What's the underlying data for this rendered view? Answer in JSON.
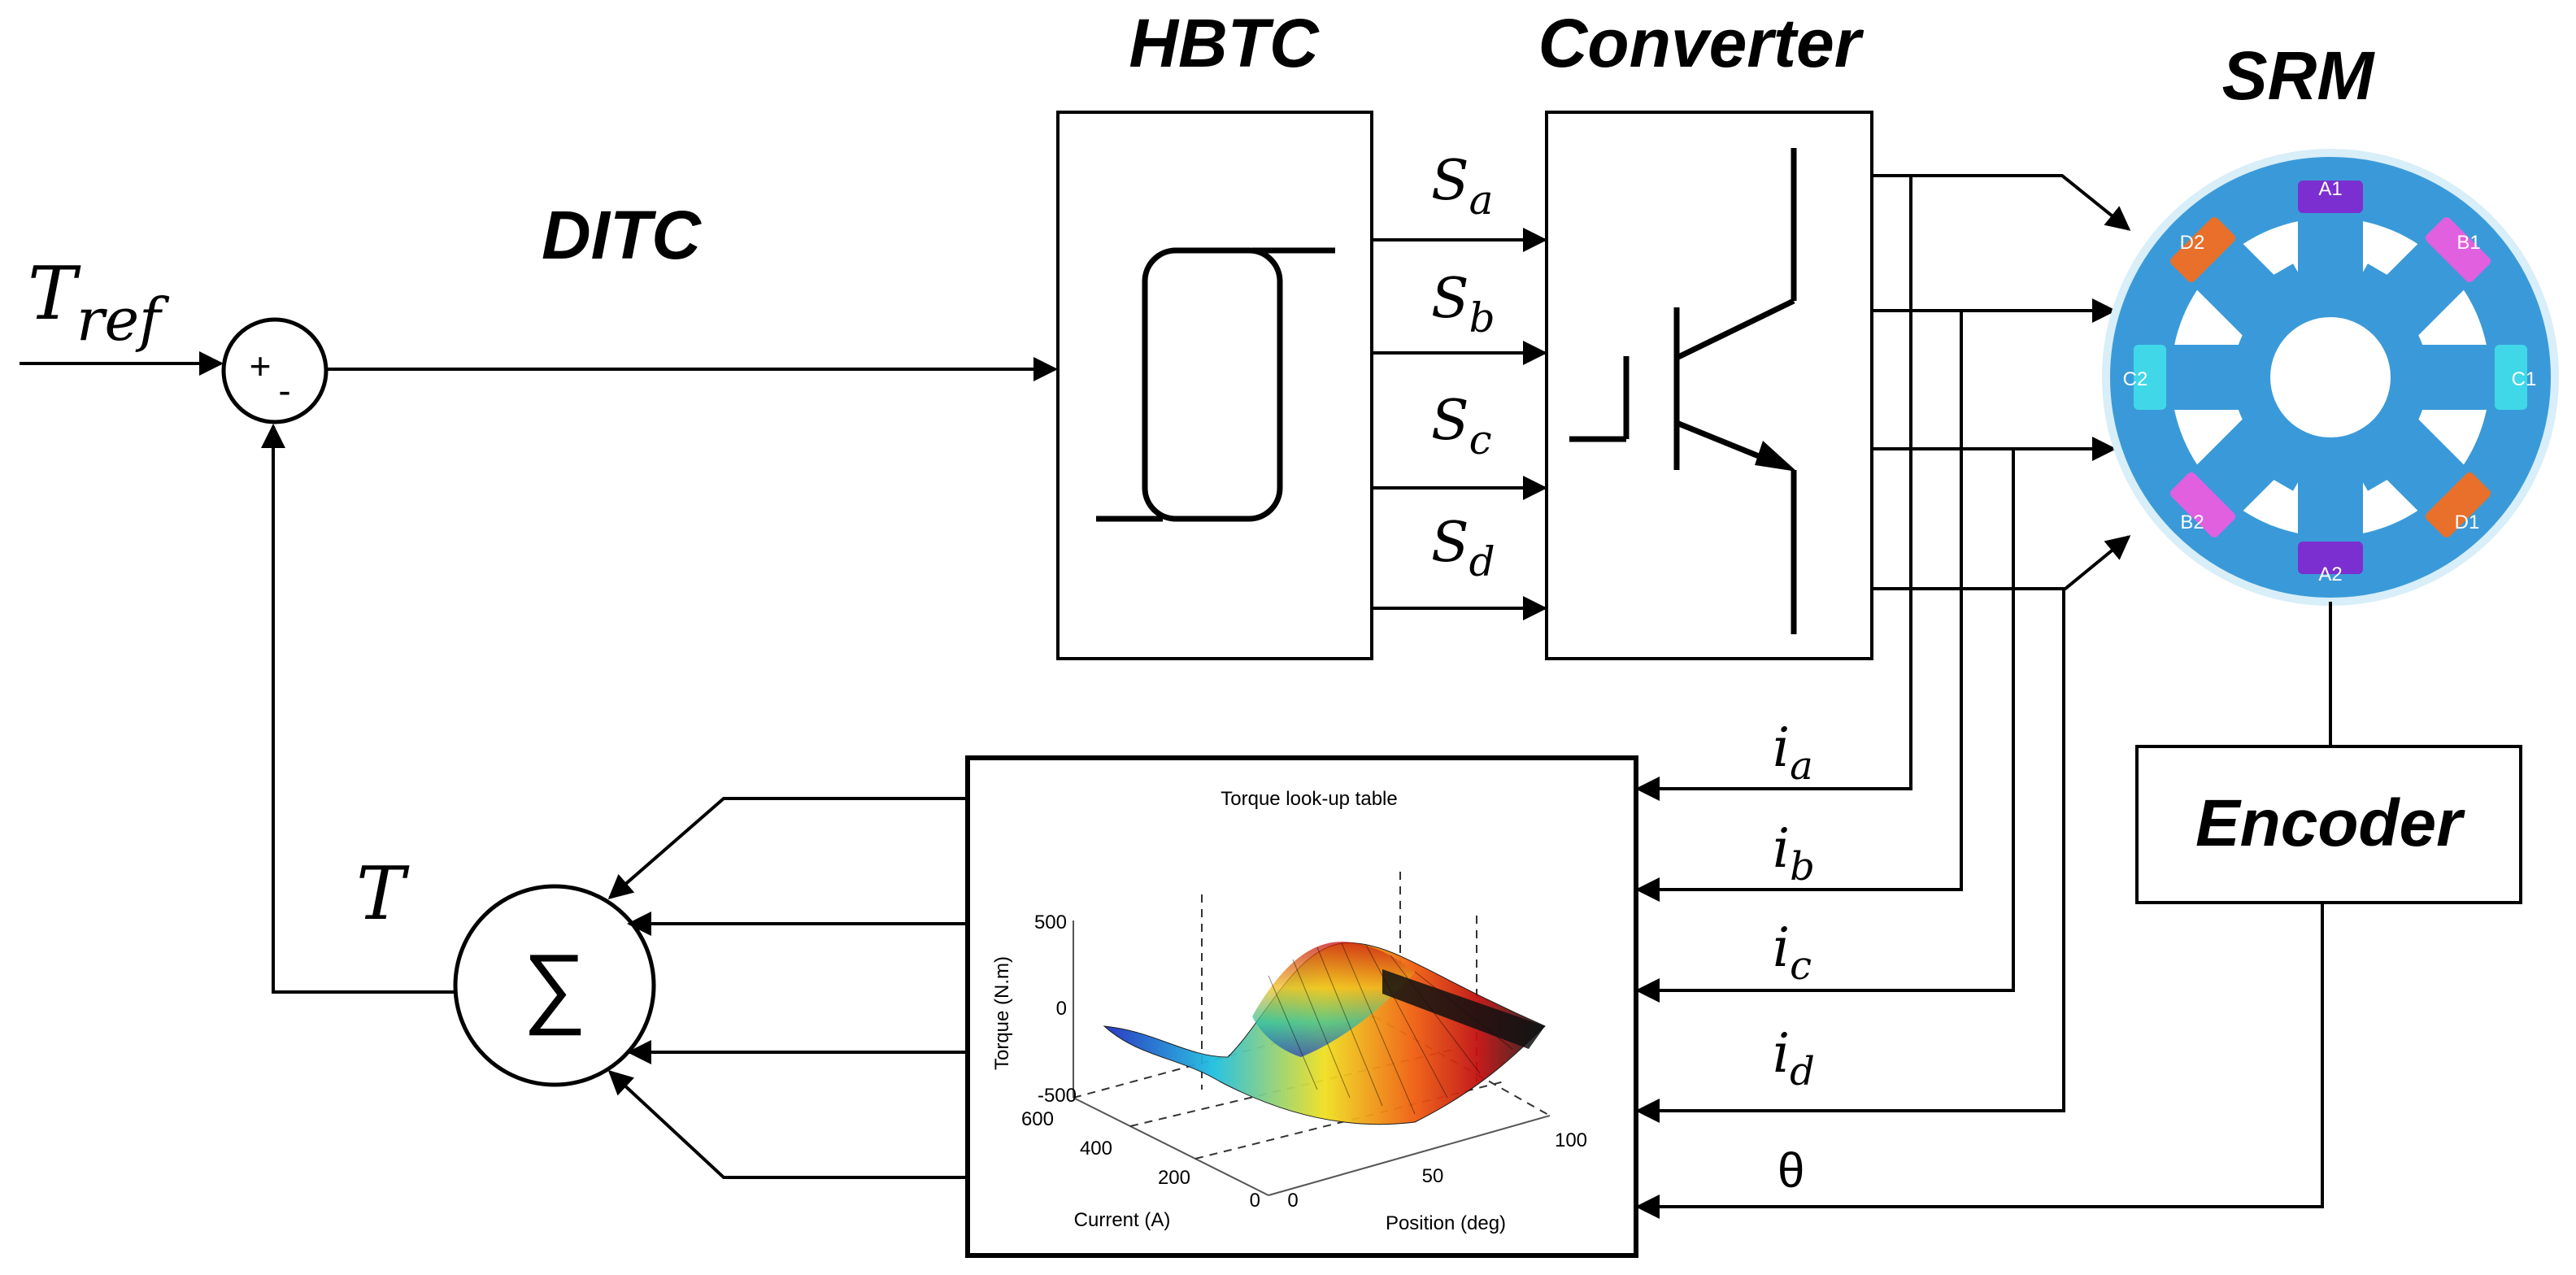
{
  "labels": {
    "hbtc": "HBTC",
    "converter": "Converter",
    "srm": "SRM",
    "ditc": "DITC",
    "encoder": "Encoder",
    "tref_main": "T",
    "tref_sub": "ref",
    "torque_feedback": "T",
    "sum_plus": "+",
    "sum_minus": "-",
    "sigma": "∑",
    "theta": "θ"
  },
  "switch_signals": [
    {
      "main": "S",
      "sub": "a"
    },
    {
      "main": "S",
      "sub": "b"
    },
    {
      "main": "S",
      "sub": "c"
    },
    {
      "main": "S",
      "sub": "d"
    }
  ],
  "phase_currents": [
    {
      "main": "i",
      "sub": "a"
    },
    {
      "main": "i",
      "sub": "b"
    },
    {
      "main": "i",
      "sub": "c"
    },
    {
      "main": "i",
      "sub": "d"
    }
  ],
  "motor_poles": [
    "A1",
    "B1",
    "C1",
    "D1",
    "A2",
    "B2",
    "C2",
    "D2"
  ],
  "pole_colors": {
    "A": "#7b2fd0",
    "B": "#e060e0",
    "C": "#40d8e8",
    "D": "#e8702a"
  },
  "motor_color": "#3a9ad9",
  "lookup_table": {
    "title": "Torque look-up table",
    "zlabel": "Torque (N.m)",
    "xlabel": "Current (A)",
    "ylabel": "Position (deg)",
    "z_ticks": [
      "500",
      "0",
      "-500"
    ],
    "current_ticks": [
      "600",
      "400",
      "200",
      "0"
    ],
    "position_ticks": [
      "0",
      "50",
      "100"
    ]
  }
}
